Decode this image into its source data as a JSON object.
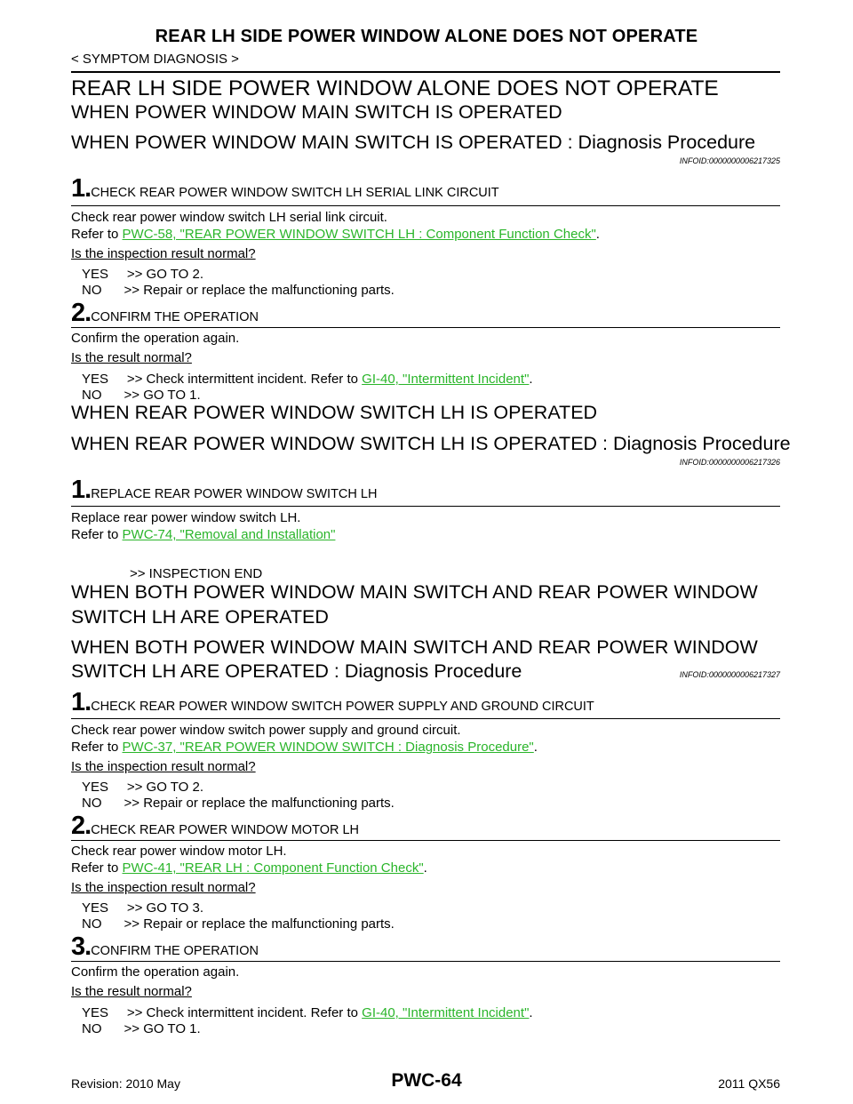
{
  "header": {
    "title": "REAR LH SIDE POWER WINDOW ALONE DOES NOT OPERATE",
    "breadcrumb": "< SYMPTOM DIAGNOSIS >"
  },
  "main_title": "REAR LH SIDE POWER WINDOW ALONE DOES NOT OPERATE",
  "s1": {
    "heading": "WHEN POWER WINDOW MAIN SWITCH IS OPERATED",
    "sub": "WHEN POWER WINDOW MAIN SWITCH IS OPERATED : Diagnosis Procedure",
    "infoid": "INFOID:0000000006217325",
    "step1": {
      "num": "1.",
      "title": "CHECK REAR POWER WINDOW SWITCH LH SERIAL LINK CIRCUIT",
      "line1": "Check rear power window switch LH serial link circuit.",
      "refer": "Refer to ",
      "link": "PWC-58, \"REAR POWER WINDOW SWITCH LH : Component Function Check\"",
      "end": ".",
      "question": "Is the inspection result normal?",
      "yes": "YES     >> GO TO 2.",
      "no": "NO      >> Repair or replace the malfunctioning parts."
    },
    "step2": {
      "num": "2.",
      "title": "CONFIRM THE OPERATION",
      "line1": "Confirm the operation again.",
      "question": "Is the result normal?",
      "yes": "YES     >> Check intermittent incident. Refer to ",
      "link": "GI-40, \"Intermittent Incident\"",
      "end": ".",
      "no": "NO      >> GO TO 1."
    }
  },
  "s2": {
    "heading": "WHEN REAR POWER WINDOW SWITCH LH IS OPERATED",
    "sub": "WHEN REAR POWER WINDOW SWITCH LH IS OPERATED : Diagnosis Procedure",
    "infoid": "INFOID:0000000006217326",
    "step1": {
      "num": "1.",
      "title": "REPLACE REAR POWER WINDOW SWITCH LH",
      "line1": "Replace rear power window switch LH.",
      "refer": "Refer to ",
      "link": "PWC-74, \"Removal and Installation\"",
      "end": "",
      "result": ">> INSPECTION END"
    }
  },
  "s3": {
    "heading_l1": "WHEN BOTH POWER WINDOW MAIN SWITCH AND REAR POWER WINDOW",
    "heading_l2": "SWITCH LH ARE OPERATED",
    "sub_l1": "WHEN BOTH POWER WINDOW MAIN SWITCH AND REAR POWER WINDOW",
    "sub_l2": "SWITCH LH ARE OPERATED : Diagnosis Procedure",
    "infoid": "INFOID:0000000006217327",
    "step1": {
      "num": "1.",
      "title": "CHECK REAR POWER WINDOW SWITCH POWER SUPPLY AND GROUND CIRCUIT",
      "line1": "Check rear power window switch power supply and ground circuit.",
      "refer": "Refer to ",
      "link": "PWC-37, \"REAR POWER WINDOW SWITCH : Diagnosis Procedure\"",
      "end": ".",
      "question": "Is the inspection result normal?",
      "yes": "YES     >> GO TO 2.",
      "no": "NO      >> Repair or replace the malfunctioning parts."
    },
    "step2": {
      "num": "2.",
      "title": "CHECK REAR POWER WINDOW MOTOR LH",
      "line1": "Check rear power window motor LH.",
      "refer": "Refer to ",
      "link": "PWC-41, \"REAR LH : Component Function Check\"",
      "end": ".",
      "question": "Is the inspection result normal?",
      "yes": "YES     >> GO TO 3.",
      "no": "NO      >> Repair or replace the malfunctioning parts."
    },
    "step3": {
      "num": "3.",
      "title": "CONFIRM THE OPERATION",
      "line1": "Confirm the operation again.",
      "question": "Is the result normal?",
      "yes": "YES     >> Check intermittent incident. Refer to ",
      "link": "GI-40, \"Intermittent Incident\"",
      "end": ".",
      "no": "NO      >> GO TO 1."
    }
  },
  "footer": {
    "revision": "Revision: 2010 May",
    "page": "PWC-64",
    "model": "2011 QX56"
  },
  "colors": {
    "link": "#2ab52a"
  }
}
